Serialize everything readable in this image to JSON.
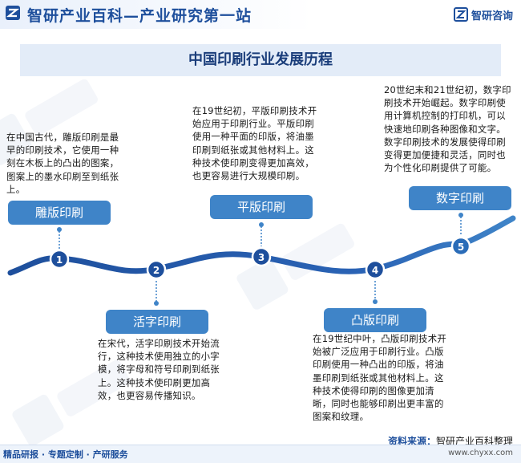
{
  "header": {
    "site_title": "智研产业百科—产业研究第一站",
    "brand": "智研咨询"
  },
  "title": "中国印刷行业发展历程",
  "stages": [
    {
      "number": "1",
      "label": "雕版印刷",
      "description": "在中国古代，雕版印刷是最早的印刷技术，它使用一种刻在木板上的凸出的图案，图案上的墨水印刷至到纸张上。"
    },
    {
      "number": "2",
      "label": "活字印刷",
      "description": "在宋代，活字印刷技术开始流行，这种技术使用独立的小字模，将字母和符号印刷到纸张上。这种技术使印刷更加高效，也更容易传播知识。"
    },
    {
      "number": "3",
      "label": "平版印刷",
      "description": "在19世纪初，平版印刷技术开始应用于印刷行业。平版印刷使用一种平面的印版，将油墨印刷到纸张或其他材料上。这种技术使印刷变得更加高效，也更容易进行大规模印刷。"
    },
    {
      "number": "4",
      "label": "凸版印刷",
      "description": "在19世纪中叶，凸版印刷技术开始被广泛应用于印刷行业。凸版印刷使用一种凸出的印版，将油墨印刷到纸张或其他材料上。这种技术使得印刷的图像更加清晰，同时也能够印刷出更丰富的图案和纹理。"
    },
    {
      "number": "5",
      "label": "数字印刷",
      "description": "20世纪末和21世纪初，数字印刷技术开始崛起。数字印刷使用计算机控制的打印机，可以快速地印刷各种图像和文字。数字印刷技术的发展使得印刷变得更加便捷和灵活，同时也为个性化印刷提供了可能。"
    }
  ],
  "source": {
    "label": "资料来源：",
    "value": "智研产业百科整理"
  },
  "footer": {
    "left": "精品研报 · 专题定制 · 产研服务",
    "right": "www.chyxx.com"
  },
  "colors": {
    "primary": "#1e4f9c",
    "accent": "#3f84c8",
    "curve_dark": "#1e4f9c",
    "curve_light": "#3f84c8",
    "node": "#1e4f9c"
  }
}
